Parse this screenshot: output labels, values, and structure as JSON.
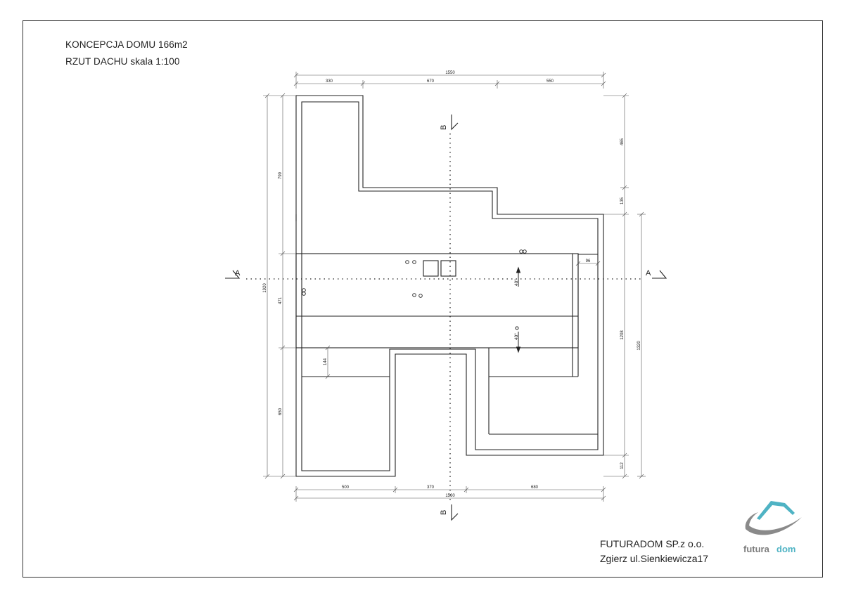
{
  "title": {
    "line1": "KONCEPCJA DOMU 166m2",
    "line2": "RZUT DACHU  skala 1:100"
  },
  "company": {
    "name": "FUTURADOM SP.z o.o.",
    "address": "Zgierz ul.Sienkiewicza17"
  },
  "logo": {
    "part1": "futura",
    "part2": "dom",
    "color_teal": "#4fb3c4",
    "color_gray": "#7b7b7b"
  },
  "section_labels": {
    "a_left": "A",
    "a_right": "A",
    "b_top": "B",
    "b_bottom": "B"
  },
  "dimensions": {
    "top_total": "1550",
    "top_seg1": "330",
    "top_seg2": "670",
    "top_seg3": "550",
    "bottom_total": "1560",
    "bottom_seg1": "500",
    "bottom_seg2": "370",
    "bottom_seg3": "680",
    "left_total": "1920",
    "left_seg1": "799",
    "left_seg2": "471",
    "left_seg3": "650",
    "right_seg1": "465",
    "right_seg2": "135",
    "right_seg3": "1208",
    "right_seg4": "112",
    "right_total": "1320",
    "inner_eave": "96",
    "inner_144": "144"
  },
  "slopes": {
    "upper": "40°",
    "lower": "40°"
  }
}
